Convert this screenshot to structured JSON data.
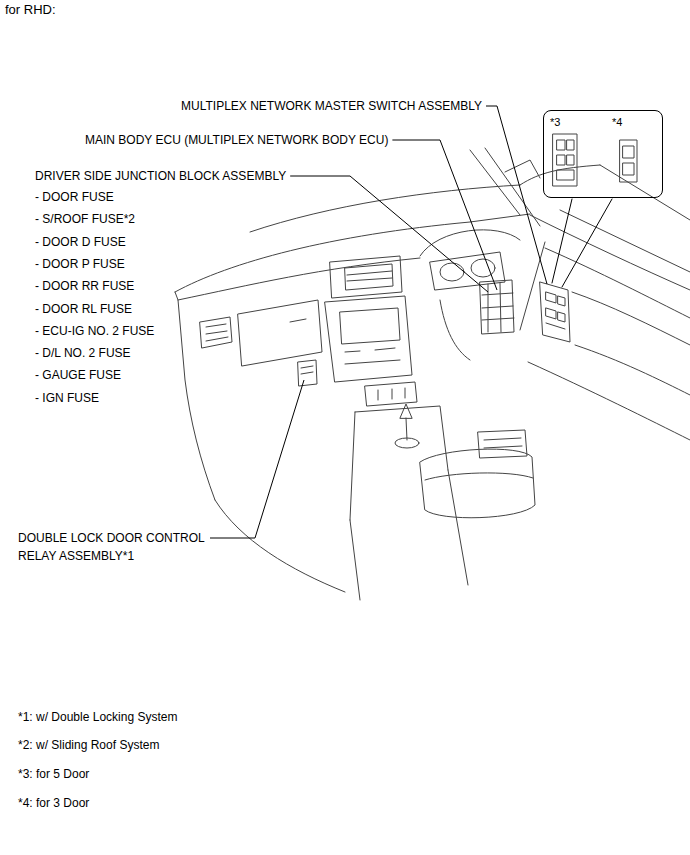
{
  "diagram": {
    "title": "for RHD:",
    "nodes": [
      {
        "text": [
          "*3",
          "*4"
        ]
      }
    ],
    "labels": [
      "MULTIPLEX NETWORK MASTER SWITCH ASSEMBLY",
      "MAIN BODY ECU (MULTIPLEX NETWORK BODY ECU)",
      "DRIVER SIDE JUNCTION BLOCK ASSEMBLY",
      "- DOOR FUSE",
      "- S/ROOF FUSE*2",
      "- DOOR D FUSE",
      "- DOOR P FUSE",
      "- DOOR RR FUSE",
      "- DOOR RL FUSE",
      "- ECU-IG NO. 2 FUSE",
      "- D/L NO. 2 FUSE",
      "- GAUGE FUSE",
      "- IGN FUSE",
      "DOUBLE LOCK DOOR CONTROL RELAY ASSEMBLY*1",
      "*1: w/ Double Locking System",
      "*2: w/ Sliding Roof System",
      "*3: for 5 Door",
      "*4: for 3 Door"
    ]
  }
}
